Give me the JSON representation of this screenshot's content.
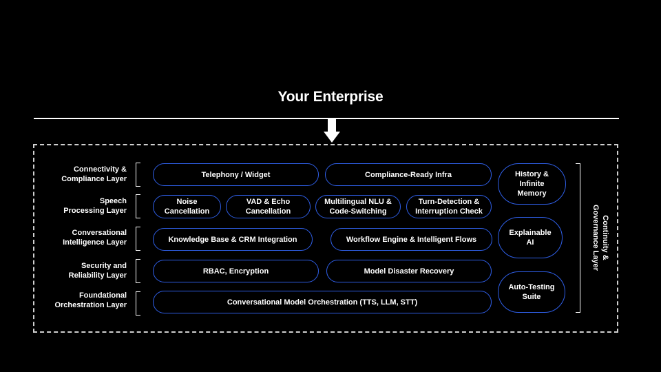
{
  "title": "Your Enterprise",
  "accent_color": "#2f5fe8",
  "layers": [
    {
      "label": "Connectivity &\nCompliance Layer"
    },
    {
      "label": "Speech\nProcessing Layer"
    },
    {
      "label": "Conversational\nIntelligence Layer"
    },
    {
      "label": "Security and\nReliability Layer"
    },
    {
      "label": "Foundational\nOrchestration Layer"
    }
  ],
  "modules": {
    "telephony": "Telephony / Widget",
    "compliance_infra": "Compliance-Ready Infra",
    "noise": "Noise\nCancellation",
    "vad": "VAD & Echo\nCancellation",
    "nlu": "Multilingual NLU &\nCode-Switching",
    "turn": "Turn-Detection &\nInterruption Check",
    "kb": "Knowledge Base & CRM Integration",
    "workflow": "Workflow Engine & Intelligent Flows",
    "rbac": "RBAC, Encryption",
    "disaster": "Model Disaster Recovery",
    "orchestration": "Conversational Model Orchestration (TTS, LLM, STT)"
  },
  "governance": {
    "label": "Continuity &\nGovernance Layer",
    "items": [
      "History &\nInfinite\nMemory",
      "Explainable\nAI",
      "Auto-Testing\nSuite"
    ]
  }
}
